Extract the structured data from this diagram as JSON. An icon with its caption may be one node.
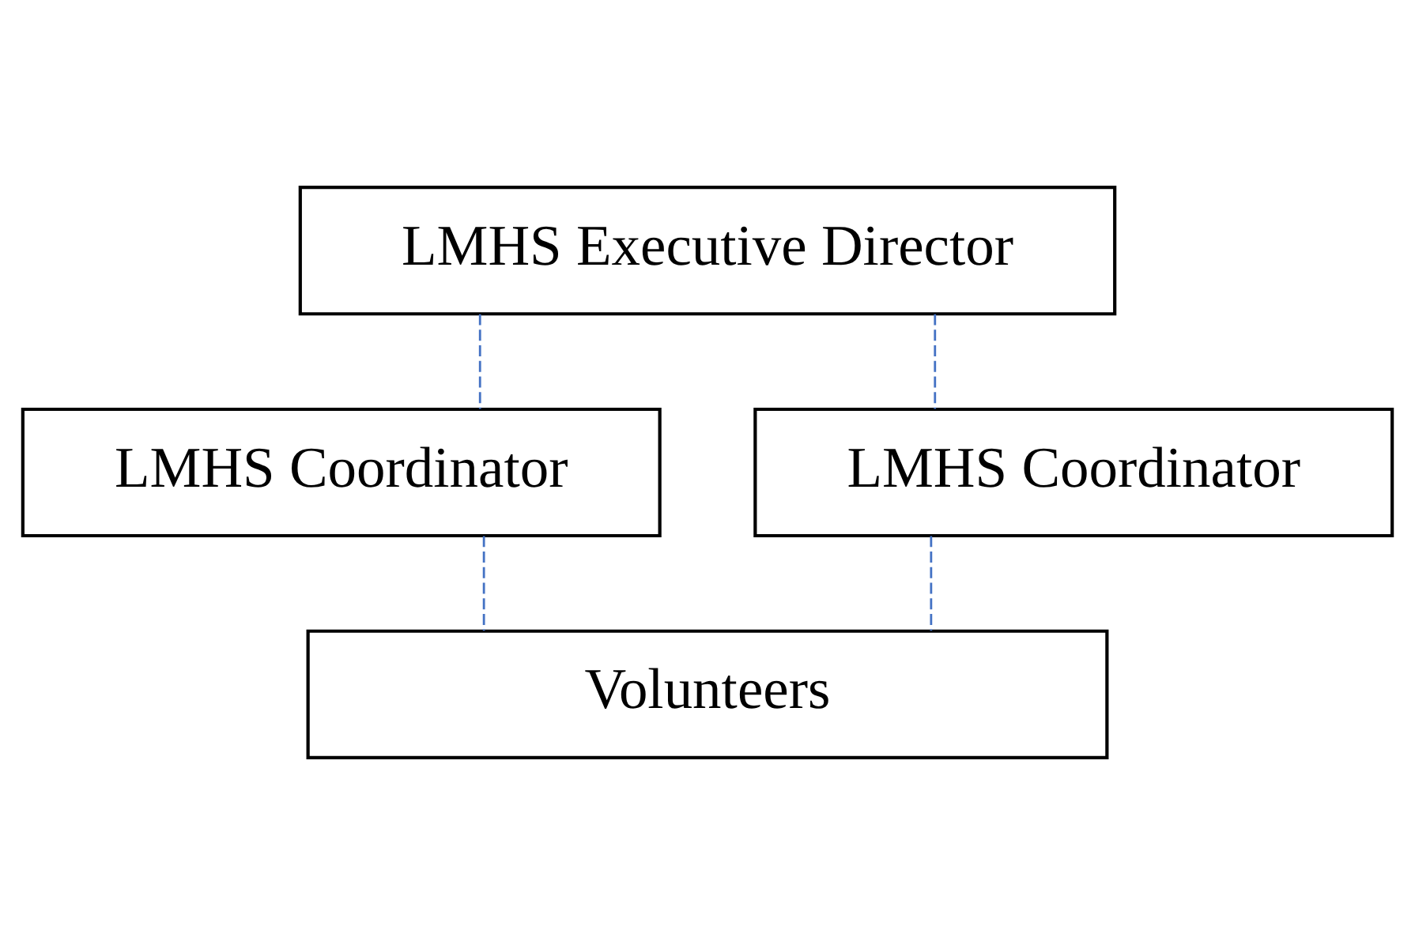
{
  "diagram": {
    "nodes": [
      {
        "text": [
          "LMHS Executive Director"
        ]
      },
      {
        "text": [
          "LMHS Coordinator"
        ]
      },
      {
        "text": [
          "LMHS Coordinator"
        ]
      },
      {
        "text": [
          "Volunteers"
        ]
      }
    ],
    "edges": [
      {
        "from": 0,
        "to": 1,
        "arrow": "none",
        "style": "dashed"
      },
      {
        "from": 0,
        "to": 2,
        "arrow": "none",
        "style": "dashed"
      },
      {
        "from": 1,
        "to": 3,
        "arrow": "none",
        "style": "dashed"
      },
      {
        "from": 2,
        "to": 3,
        "arrow": "none",
        "style": "dashed"
      }
    ]
  }
}
